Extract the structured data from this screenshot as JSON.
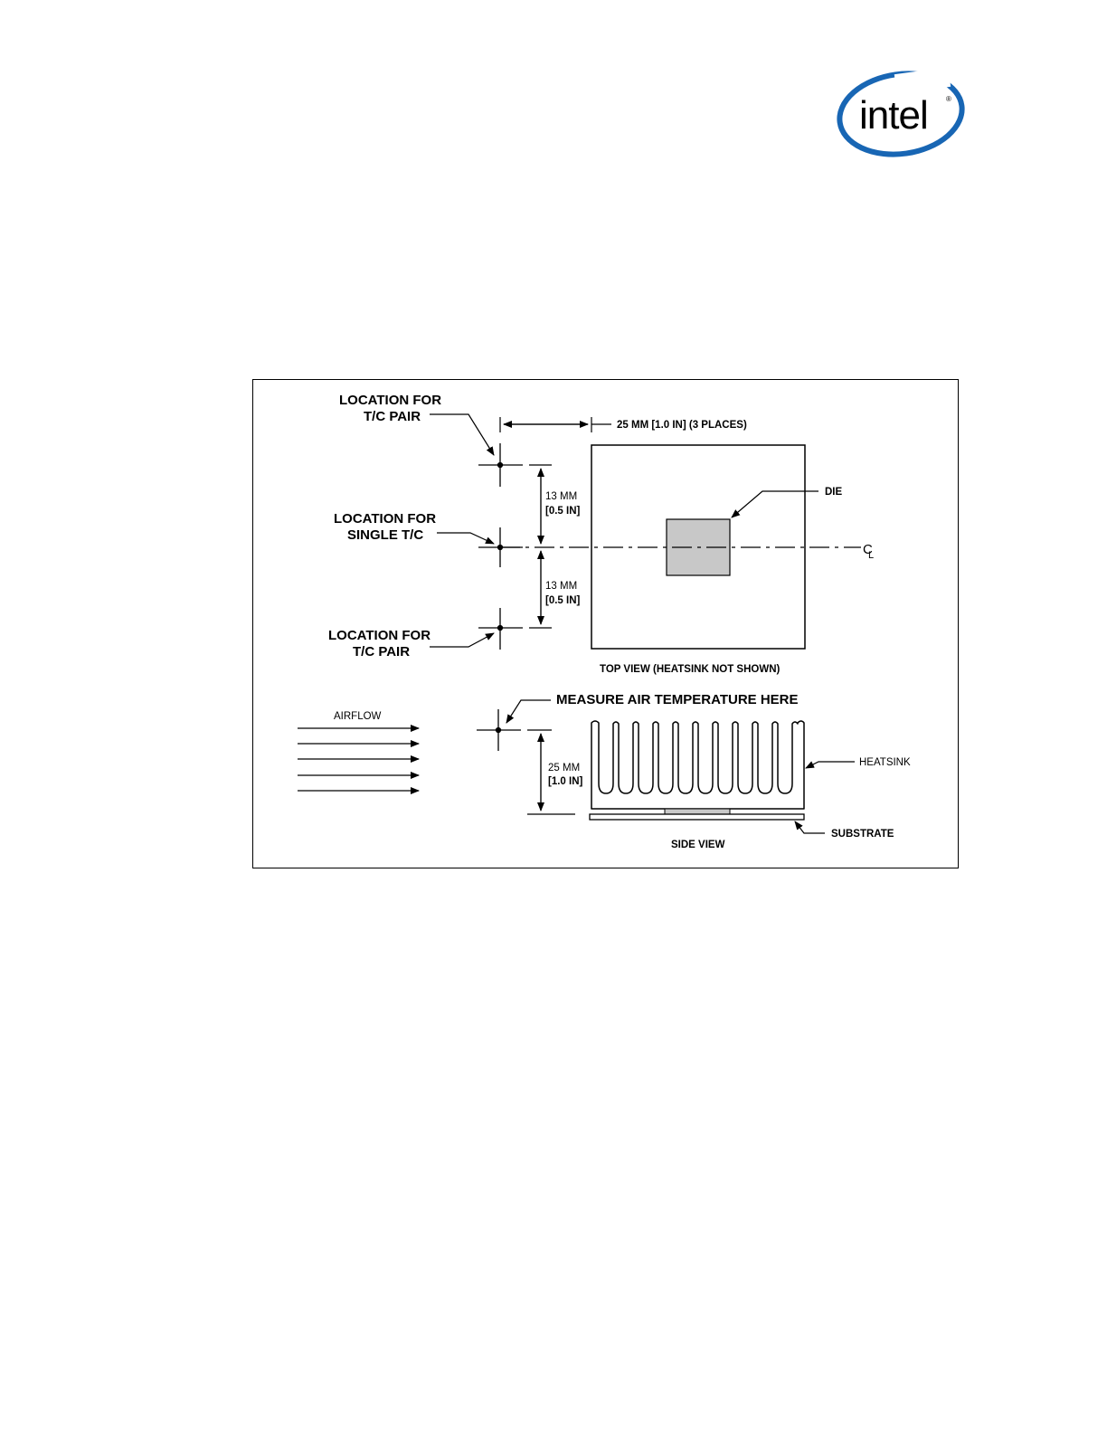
{
  "logo": {
    "text": "intel",
    "registered": "®",
    "color": "#1866b4"
  },
  "figure": {
    "labels": {
      "tc_pair_top_line1": "LOCATION FOR",
      "tc_pair_top_line2": "T/C PAIR",
      "single_tc_line1": "LOCATION FOR",
      "single_tc_line2": "SINGLE T/C",
      "tc_pair_bottom_line1": "LOCATION FOR",
      "tc_pair_bottom_line2": "T/C PAIR",
      "dim_25mm_places": "25 MM [1.0 IN] (3 PLACES)",
      "dim_13mm_top_line1": "13 MM",
      "dim_13mm_top_line2": "[0.5 IN]",
      "dim_13mm_bottom_line1": "13 MM",
      "dim_13mm_bottom_line2": "[0.5 IN]",
      "die": "DIE",
      "centerline_symbol": "C",
      "centerline_sub": "L",
      "top_view": "TOP VIEW (HEATSINK NOT SHOWN)",
      "airflow": "AIRFLOW",
      "measure_air": "MEASURE AIR TEMPERATURE HERE",
      "dim_25mm_side_line1": "25 MM",
      "dim_25mm_side_line2": "[1.0 IN]",
      "heatsink": "HEATSINK",
      "substrate": "SUBSTRATE",
      "side_view": "SIDE VIEW"
    },
    "colors": {
      "die_fill": "#c8c8c8",
      "line": "#000000"
    }
  }
}
